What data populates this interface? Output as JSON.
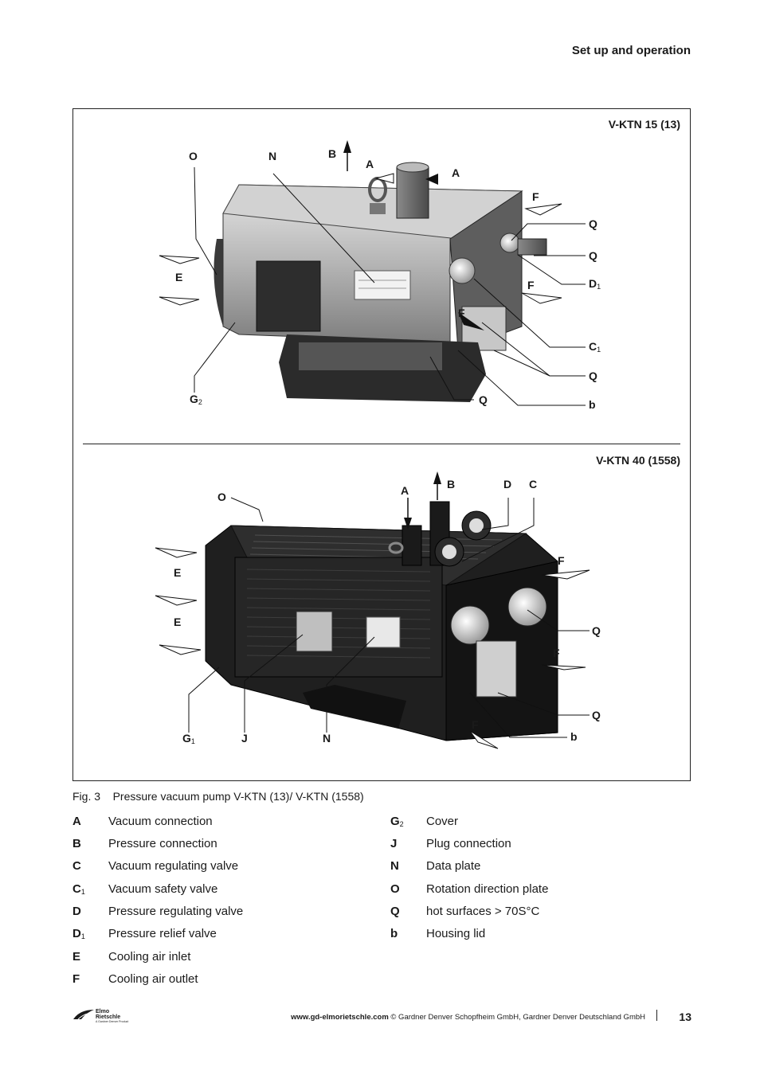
{
  "header": {
    "section_title": "Set up and operation"
  },
  "figure": {
    "top_model": "V-KTN 15 (13)",
    "bottom_model": "V-KTN 40 (1558)",
    "top_labels": {
      "O": "O",
      "N": "N",
      "B": "B",
      "A1": "A",
      "A2": "A",
      "F1": "F",
      "Q1": "Q",
      "Q2": "Q",
      "D1": "D",
      "F2": "F",
      "E": "E",
      "F3": "F",
      "C1": "C",
      "Q3": "Q",
      "G2": "G",
      "Q4": "Q",
      "b": "b"
    },
    "bottom_labels": {
      "O": "O",
      "A": "A",
      "B": "B",
      "D": "D",
      "C": "C",
      "E1": "E",
      "E2": "E",
      "F1": "F",
      "Q1": "Q",
      "F2": "F",
      "Q2": "Q",
      "F3": "F",
      "b": "b",
      "G1": "G",
      "J": "J",
      "N": "N"
    },
    "subscripts": {
      "one": "1",
      "two": "2"
    }
  },
  "caption": "Fig. 3    Pressure vacuum pump V-KTN (13)/ V-KTN (1558)",
  "legend_left": [
    {
      "key": "A",
      "sub": "",
      "text": "Vacuum connection"
    },
    {
      "key": "B",
      "sub": "",
      "text": "Pressure connection"
    },
    {
      "key": "C",
      "sub": "",
      "text": "Vacuum regulating valve"
    },
    {
      "key": "C",
      "sub": "1",
      "text": "Vacuum safety valve"
    },
    {
      "key": "D",
      "sub": "",
      "text": "Pressure regulating valve"
    },
    {
      "key": "D",
      "sub": "1",
      "text": "Pressure relief valve"
    },
    {
      "key": "E",
      "sub": "",
      "text": "Cooling air inlet"
    },
    {
      "key": "F",
      "sub": "",
      "text": "Cooling air outlet"
    }
  ],
  "legend_right": [
    {
      "key": "G",
      "sub": "2",
      "text": "Cover"
    },
    {
      "key": "J",
      "sub": "",
      "text": "Plug connection"
    },
    {
      "key": "N",
      "sub": "",
      "text": "Data plate"
    },
    {
      "key": "O",
      "sub": "",
      "text": "Rotation direction plate"
    },
    {
      "key": "Q",
      "sub": "",
      "text": "hot surfaces > 70S°C"
    },
    {
      "key": "b",
      "sub": "",
      "text": "Housing lid"
    }
  ],
  "footer": {
    "logo_line1": "Elmo",
    "logo_line2": "Rietschle",
    "logo_sub": "A Gardner Denver Product",
    "url": "www.gd-elmorietschle.com",
    "copyright": " © Gardner Denver Schopfheim GmbH, Gardner Denver Deutschland GmbH",
    "page_number": "13"
  }
}
